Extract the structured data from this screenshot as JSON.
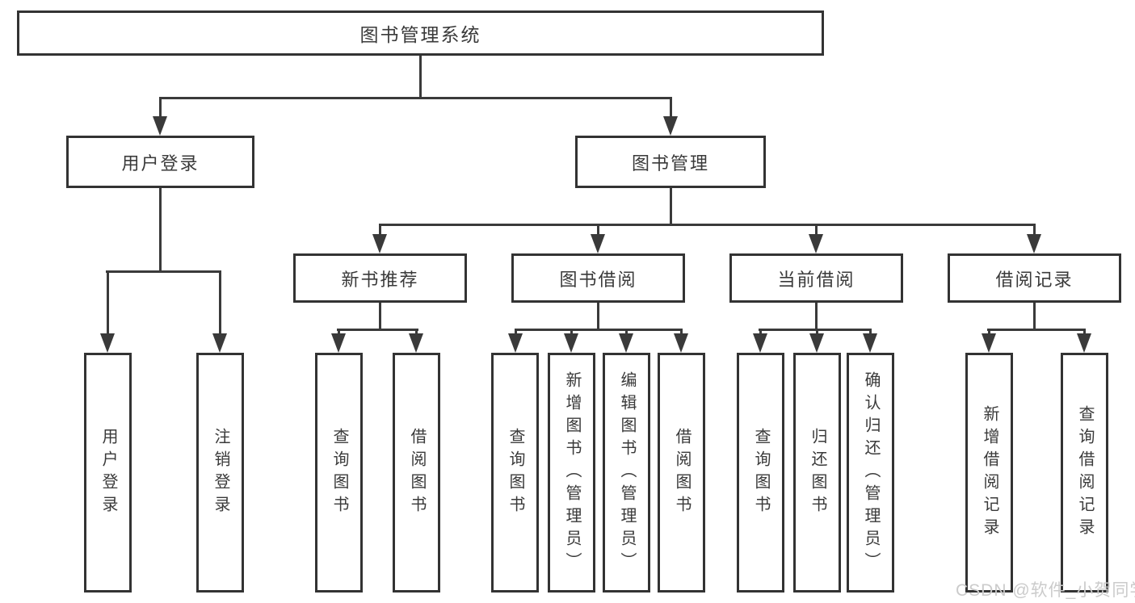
{
  "diagram": {
    "title_node": {
      "label": "图书管理系统"
    },
    "level2": [
      {
        "id": "user-login",
        "label": "用户登录"
      },
      {
        "id": "book-management",
        "label": "图书管理"
      }
    ],
    "level3": [
      {
        "id": "new-book-recommend",
        "label": "新书推荐"
      },
      {
        "id": "book-borrowing",
        "label": "图书借阅"
      },
      {
        "id": "current-borrowing",
        "label": "当前借阅"
      },
      {
        "id": "borrowing-records",
        "label": "借阅记录"
      }
    ],
    "leaves": [
      {
        "id": "user-login",
        "label": "用户登录"
      },
      {
        "id": "logout",
        "label": "注销登录"
      },
      {
        "id": "query-books-recommend",
        "label": "查询图书"
      },
      {
        "id": "borrow-books-recommend",
        "label": "借阅图书"
      },
      {
        "id": "query-books-borrowing",
        "label": "查询图书"
      },
      {
        "id": "add-books-admin",
        "label": "新增图书（管理员）"
      },
      {
        "id": "edit-books-admin",
        "label": "编辑图书（管理员）"
      },
      {
        "id": "borrow-books-borrowing",
        "label": "借阅图书"
      },
      {
        "id": "query-books-current",
        "label": "查询图书"
      },
      {
        "id": "return-books",
        "label": "归还图书"
      },
      {
        "id": "confirm-return-admin",
        "label": "确认归还（管理员）"
      },
      {
        "id": "add-borrow-record",
        "label": "新增借阅记录"
      },
      {
        "id": "query-borrow-record",
        "label": "查询借阅记录"
      }
    ]
  },
  "watermark": {
    "text": "CSDN @软件_小贺同学"
  },
  "colors": {
    "line": "#3a3a3a",
    "box_border": "#333333",
    "box_fill": "#ffffff",
    "text": "#3a3a3a",
    "watermark": "#cbcbcb"
  }
}
